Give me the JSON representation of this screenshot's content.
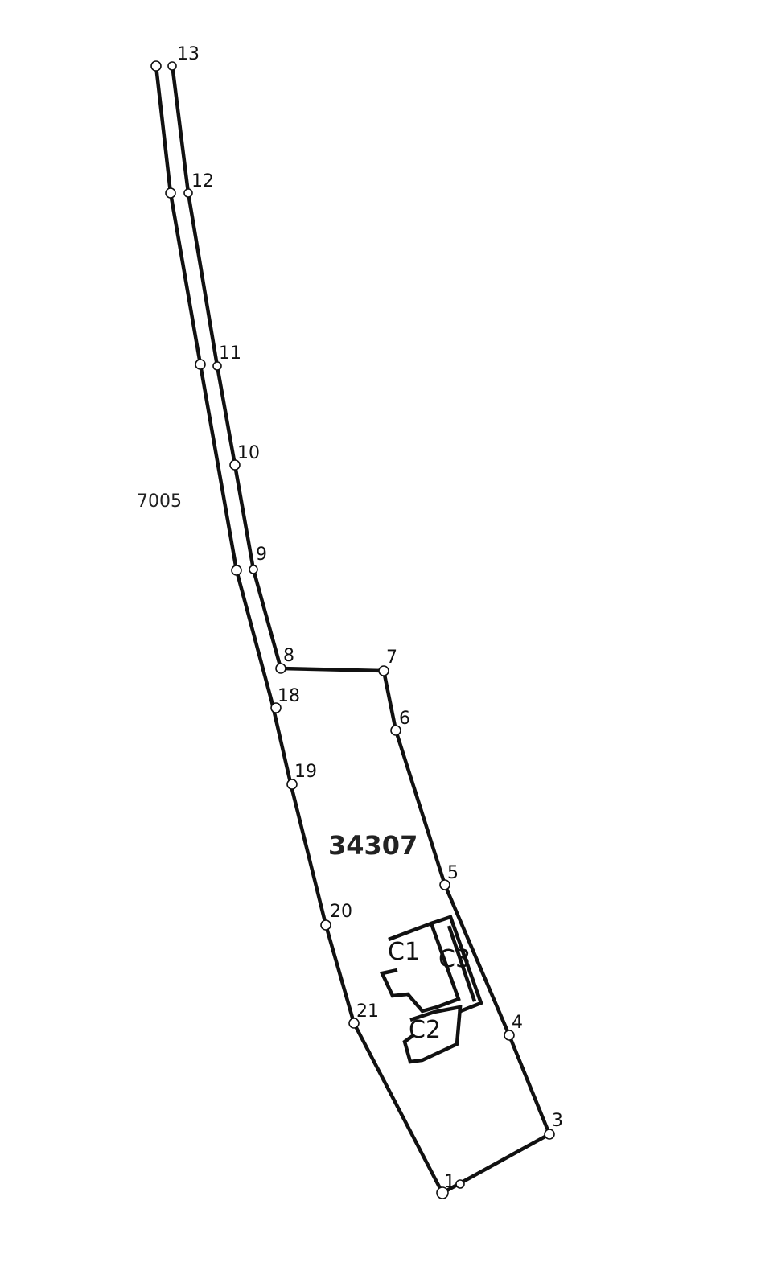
{
  "diagram": {
    "parcel_number": "34307",
    "neighbor_parcel": "7005",
    "points": [
      {
        "label": "13"
      },
      {
        "label": "12"
      },
      {
        "label": "11"
      },
      {
        "label": "10"
      },
      {
        "label": "9"
      },
      {
        "label": "8"
      },
      {
        "label": "7"
      },
      {
        "label": "6"
      },
      {
        "label": "18"
      },
      {
        "label": "19"
      },
      {
        "label": "5"
      },
      {
        "label": "20"
      },
      {
        "label": "21"
      },
      {
        "label": "4"
      },
      {
        "label": "3"
      },
      {
        "label": "1"
      }
    ],
    "buildings": [
      {
        "label": "C1"
      },
      {
        "label": "C3"
      },
      {
        "label": "C2"
      }
    ]
  }
}
